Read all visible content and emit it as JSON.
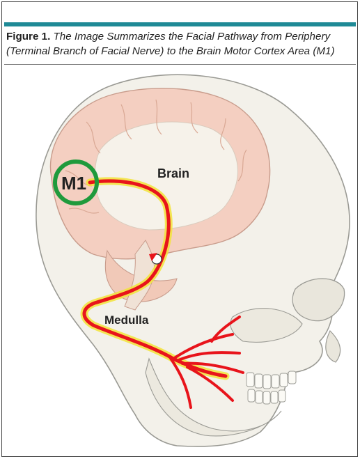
{
  "figure": {
    "label": "Figure 1.",
    "caption_line1": "The Image Summarizes the Facial Pathway from Periphery",
    "caption_line2": "(Terminal Branch of Facial Nerve) to the Brain Motor Cortex Area (M1)"
  },
  "illustration": {
    "m1_label": "M1",
    "brain_label": "Brain",
    "medulla_label": "Medulla"
  },
  "colors": {
    "accent_rule": "#1f8a96",
    "pathway": "#e8141b",
    "pathway_glow": "#f2e43a",
    "m1_ring": "#1f9a3c"
  }
}
